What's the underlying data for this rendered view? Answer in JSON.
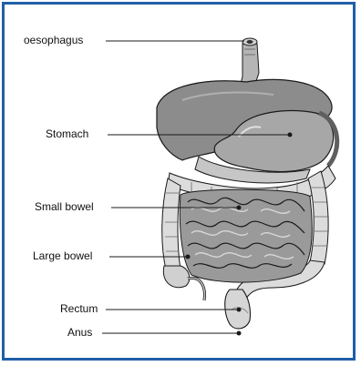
{
  "labels": {
    "oesophagus": "oesophagus",
    "stomach": "Stomach",
    "small_bowel": "Small bowel",
    "large_bowel": "Large bowel",
    "rectum": "Rectum",
    "anus": "Anus"
  },
  "colors": {
    "frame": "#1f5fa8",
    "organ_dark": "#7a7a7a",
    "organ_mid": "#9c9c9c",
    "organ_light": "#d4d4d4",
    "outline": "#1a1a1a"
  }
}
